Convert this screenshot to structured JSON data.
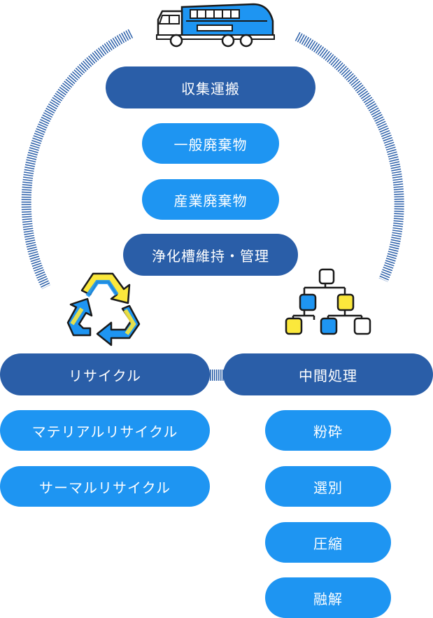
{
  "colors": {
    "dark": "#2a5ea8",
    "light": "#1e95f2",
    "yellow": "#fbe83c",
    "outline": "#1a1a1a"
  },
  "collection": {
    "title": "収集運搬",
    "items": [
      "一般廃棄物",
      "産業廃棄物",
      "浄化槽維持・管理"
    ]
  },
  "recycle": {
    "title": "リサイクル",
    "items": [
      "マテリアルリサイクル",
      "サーマルリサイクル"
    ]
  },
  "processing": {
    "title": "中間処理",
    "items": [
      "粉砕",
      "選別",
      "圧縮",
      "融解"
    ]
  },
  "icons": {
    "truck": "garbage-truck-icon",
    "recycle": "recycle-icon",
    "flow": "flowchart-icon"
  }
}
